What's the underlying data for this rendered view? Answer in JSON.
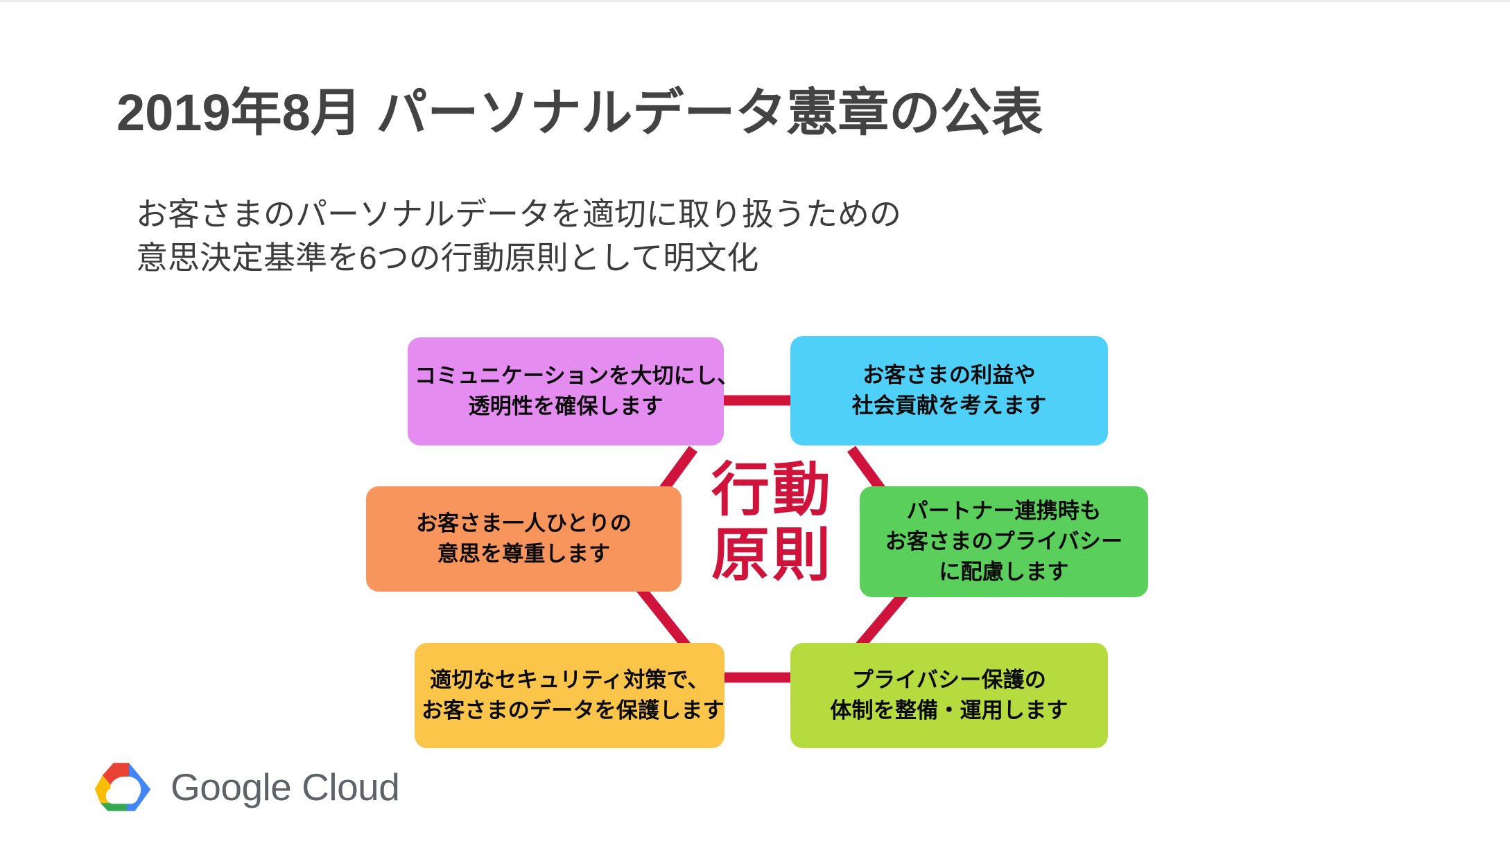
{
  "slide": {
    "title": "2019年8月 パーソナルデータ憲章の公表",
    "subtitle_line1": "お客さまのパーソナルデータを適切に取り扱うための",
    "subtitle_line2": "意思決定基準を6つの行動原則として明文化",
    "background_color": "#FFFFFF",
    "title_color": "#434343",
    "subtitle_color": "#3C3C3C"
  },
  "diagram": {
    "type": "hexagonal-cycle",
    "connector_color": "#D0133A",
    "center": {
      "line1": "行動",
      "line2": "原則",
      "color": "#D0133A"
    },
    "nodes": [
      {
        "id": "communication",
        "position": "top-left",
        "color": "#E48CF0",
        "lines": [
          "コミュニケーションを大切にし、",
          "透明性を確保します"
        ]
      },
      {
        "id": "benefit",
        "position": "top-right",
        "color": "#4FD0F8",
        "lines": [
          "お客さまの利益や",
          "社会貢献を考えます"
        ]
      },
      {
        "id": "respect",
        "position": "middle-left",
        "color": "#F8955C",
        "lines": [
          "お客さま一人ひとりの",
          "意思を尊重します"
        ]
      },
      {
        "id": "partner",
        "position": "middle-right",
        "color": "#5BCF5B",
        "lines": [
          "パートナー連携時も",
          "お客さまのプライバシー",
          "に配慮します"
        ]
      },
      {
        "id": "security",
        "position": "bottom-left",
        "color": "#FBC54A",
        "lines": [
          "適切なセキュリティ対策で、",
          "お客さまのデータを保護します"
        ]
      },
      {
        "id": "privacy",
        "position": "bottom-right",
        "color": "#B6DB3F",
        "lines": [
          "プライバシー保護の",
          "体制を整備・運用します"
        ]
      }
    ]
  },
  "footer": {
    "logo_text": "Google Cloud",
    "logo_colors": {
      "red": "#EA4335",
      "yellow": "#FBBC04",
      "green": "#34A853",
      "blue": "#4285F4",
      "wordmark": "#5F6368"
    }
  }
}
